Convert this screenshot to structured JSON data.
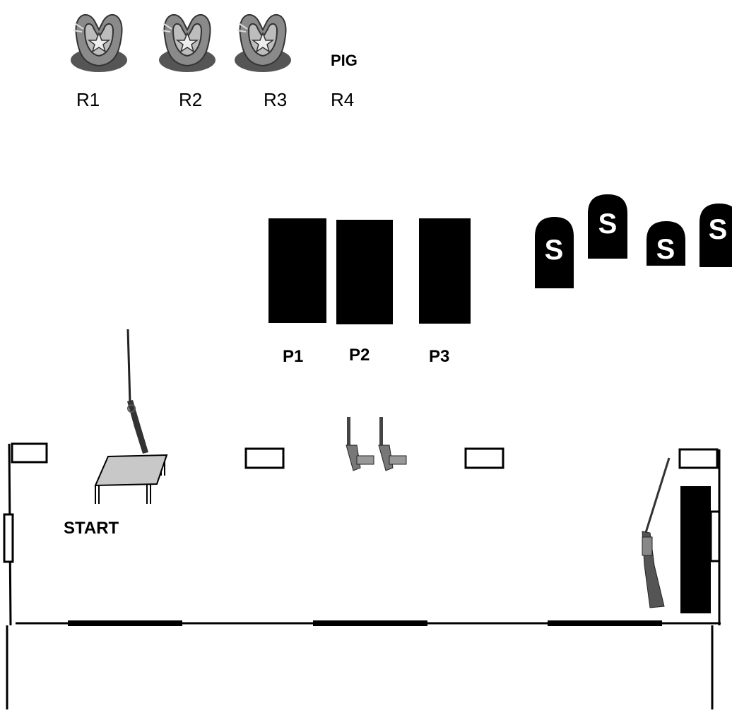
{
  "targets_top": {
    "rifle_targets": [
      {
        "label": "R1",
        "icon": "cowboy-badge-icon"
      },
      {
        "label": "R2",
        "icon": "cowboy-badge-icon"
      },
      {
        "label": "R3",
        "icon": "cowboy-badge-icon"
      },
      {
        "label": "R4",
        "tag": "PIG"
      }
    ]
  },
  "pistol_targets": [
    {
      "label": "P1"
    },
    {
      "label": "P2"
    },
    {
      "label": "P3"
    }
  ],
  "shotgun_targets": [
    {
      "label": "S"
    },
    {
      "label": "S"
    },
    {
      "label": "S"
    },
    {
      "label": "S"
    }
  ],
  "start": {
    "label": "START"
  },
  "icons": {
    "rifle": "rifle-icon",
    "pistols": "pistol-icon",
    "shotgun": "shotgun-icon",
    "table": "table-icon"
  },
  "colors": {
    "ink": "#000000",
    "table_top": "#c8c8c8",
    "badge": "#8a8a8a"
  }
}
